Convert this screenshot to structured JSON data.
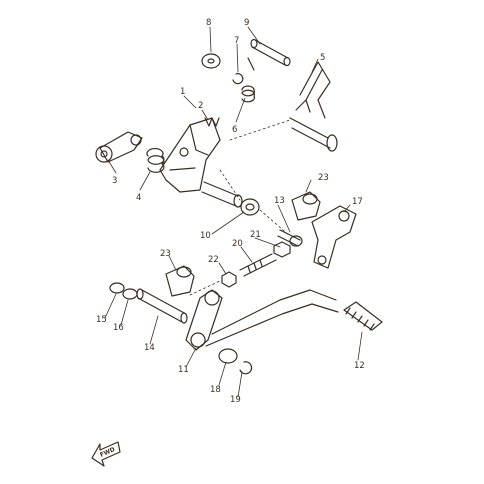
{
  "diagram": {
    "callouts": [
      "1",
      "2",
      "3",
      "4",
      "5",
      "6",
      "7",
      "8",
      "9",
      "10",
      "11",
      "12",
      "13",
      "14",
      "15",
      "16",
      "17",
      "18",
      "19",
      "20",
      "21",
      "22",
      "23",
      "23"
    ],
    "arrow_label": "FWD",
    "line_color": "#3a2e22",
    "background": "#ffffff"
  }
}
